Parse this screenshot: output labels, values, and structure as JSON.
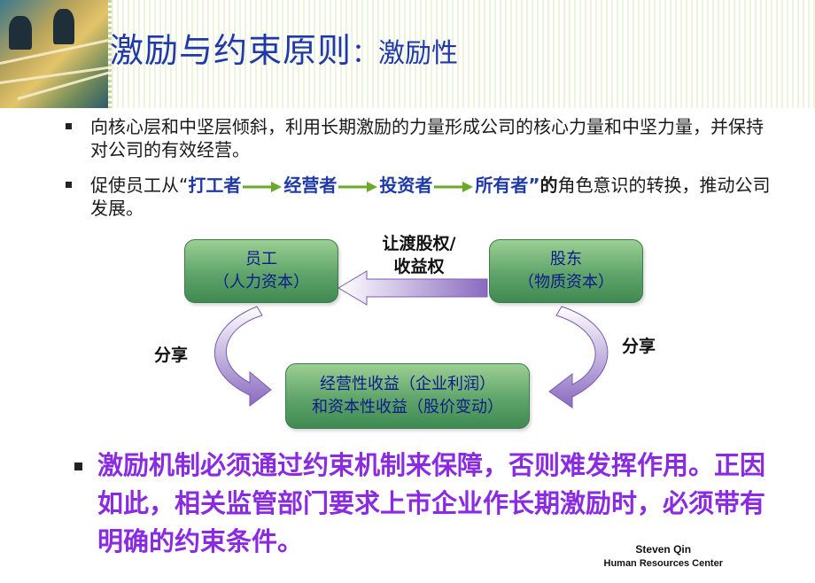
{
  "slide": {
    "title_main": "激励与约束原则",
    "title_sep": "：",
    "title_sub": "激励性"
  },
  "bullets": {
    "b1": "向核心层和中坚层倾斜，利用长期激励的力量形成公司的核心力量和中坚力量，并保持对公司的有效经营。",
    "b2_prefix": "促使员工从“",
    "b2_role1": "打工者",
    "b2_role2": "经营者",
    "b2_role3": "投资者",
    "b2_role4": "所有者",
    "b2_quote_close": "”",
    "b2_de": "的",
    "b2_suffix": "角色意识的转换，推动公司发展。"
  },
  "diagram": {
    "employee_line1": "员工",
    "employee_line2": "（人力资本）",
    "shareholder_line1": "股东",
    "shareholder_line2": "（物质资本）",
    "transfer_line1": "让渡股权/",
    "transfer_line2": "收益权",
    "share_left": "分享",
    "share_right": "分享",
    "income_line1": "经营性收益（企业利润）",
    "income_line2": "和资本性收益（股价变动）"
  },
  "bottom_note": "激励机制必须通过约束机制来保障，否则难发挥作用。正因如此，相关监管部门要求上市企业作长期激励时，必须带有明确的约束条件。",
  "credit": {
    "name": "Steven Qin",
    "org": "Human Resources  Center"
  },
  "colors": {
    "title_blue": "#1f3aa8",
    "box_green": "#5fa46a",
    "arrow_green": "#6aa92a",
    "arrow_purple": "#8a6ac0",
    "bottom_purple": "#8a2be2"
  }
}
